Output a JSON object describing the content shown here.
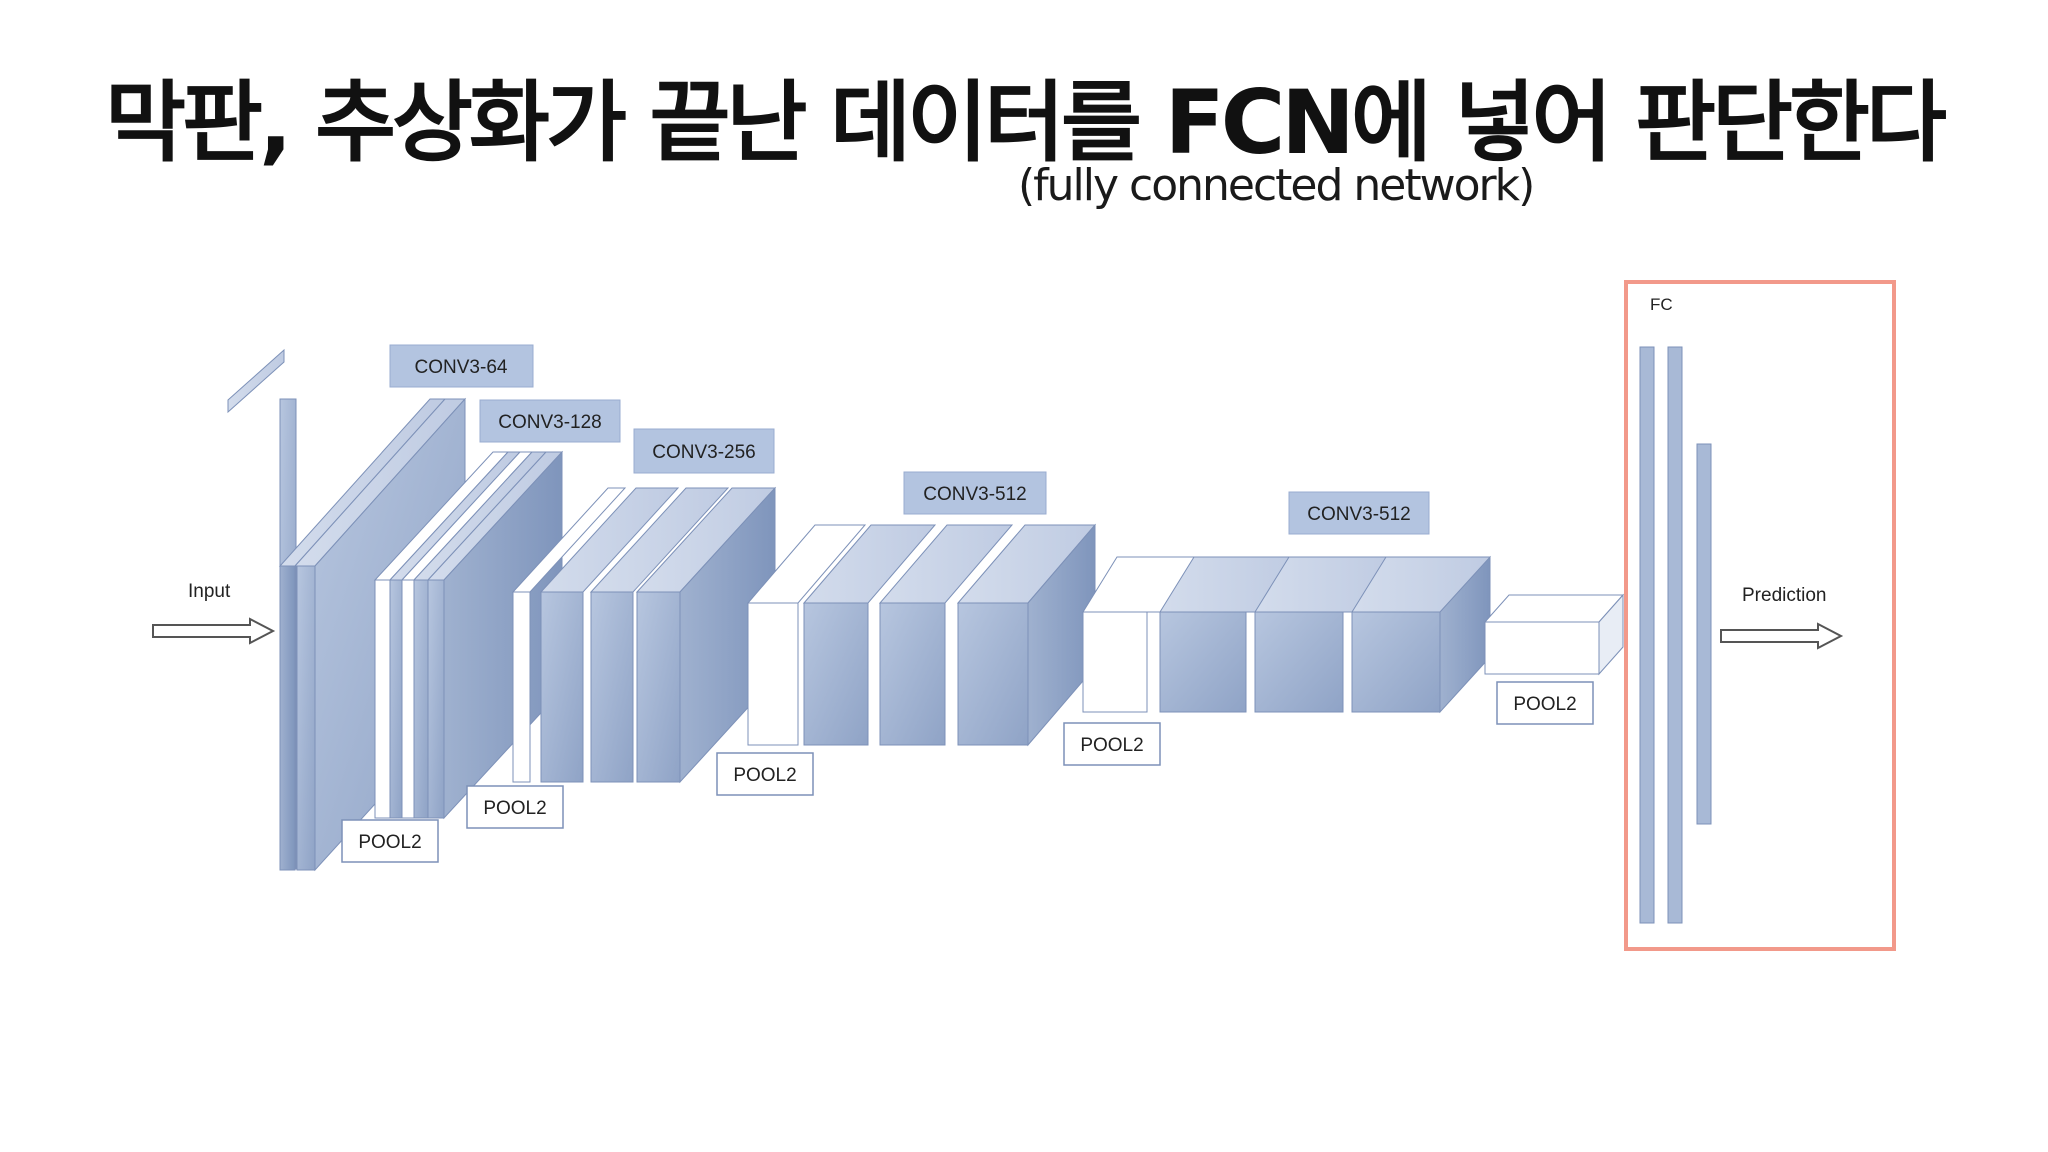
{
  "title": "막판, 추상화가 끝난 데이터를 FCN에 넣어 판단한다",
  "subtitle": "(fully connected network)",
  "diagram": {
    "input_label": "Input",
    "prediction_label": "Prediction",
    "fc_label": "FC",
    "conv_labels": [
      "CONV3-64",
      "CONV3-128",
      "CONV3-256",
      "CONV3-512",
      "CONV3-512"
    ],
    "pool_label": "POOL2",
    "colors": {
      "layer_blue": "#a8b9d6",
      "layer_dark": "#8ea3c6",
      "label_box": "#b3c4e0",
      "highlight": "#f2998a"
    }
  }
}
